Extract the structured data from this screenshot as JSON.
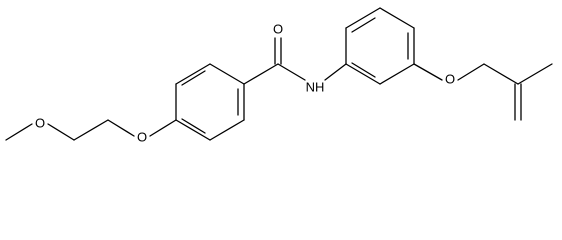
{
  "molecule": {
    "atom_labels": {
      "carbonyl_oxygen": "O",
      "amide_nh": "NH",
      "ether_oxygen_right": "O",
      "ether_oxygen_left": "O",
      "methoxy_oxygen": "O"
    },
    "colors": {
      "bond": "#000000",
      "text": "#000000",
      "background": "#ffffff"
    }
  }
}
